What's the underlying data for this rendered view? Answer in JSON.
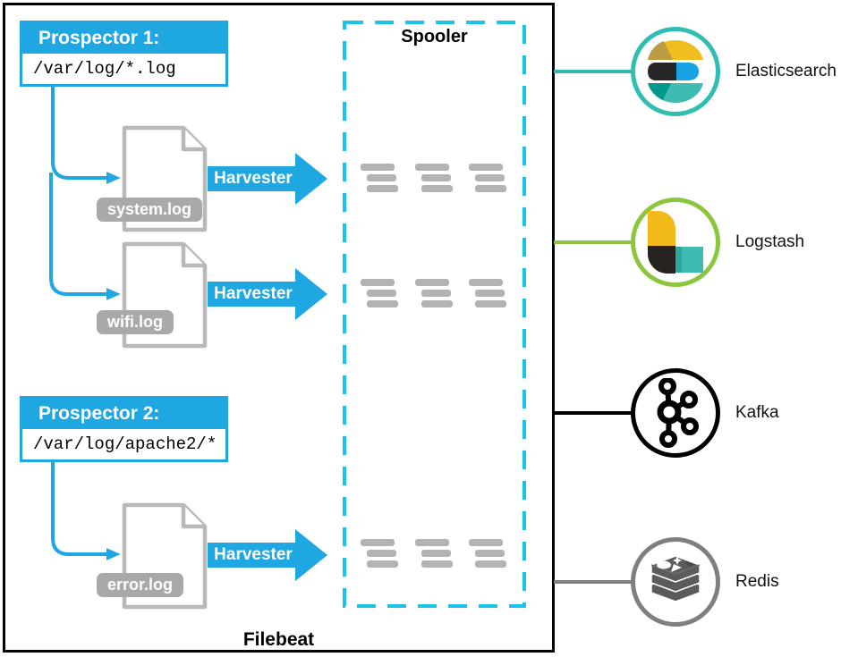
{
  "filebeat": {
    "label": "Filebeat"
  },
  "spooler": {
    "title": "Spooler"
  },
  "harvester": {
    "label": "Harvester"
  },
  "prospectors": [
    {
      "title": "Prospector 1:",
      "path": "/var/log/*.log"
    },
    {
      "title": "Prospector 2:",
      "path": "/var/log/apache2/*"
    }
  ],
  "files": [
    {
      "name": "system.log"
    },
    {
      "name": "wifi.log"
    },
    {
      "name": "error.log"
    }
  ],
  "outputs": [
    {
      "name": "Elasticsearch",
      "color": "#30beb2"
    },
    {
      "name": "Logstash",
      "color": "#8cc63f"
    },
    {
      "name": "Kafka",
      "color": "#000000"
    },
    {
      "name": "Redis",
      "color": "#7f7f7f"
    }
  ],
  "colors": {
    "prospector_blue": "#1ea7e0",
    "spooler_cyan": "#18c5e8",
    "doc_gray": "#b8b8b8",
    "label_gray": "#a9a9a9",
    "bar_gray": "#b3b3b3"
  }
}
